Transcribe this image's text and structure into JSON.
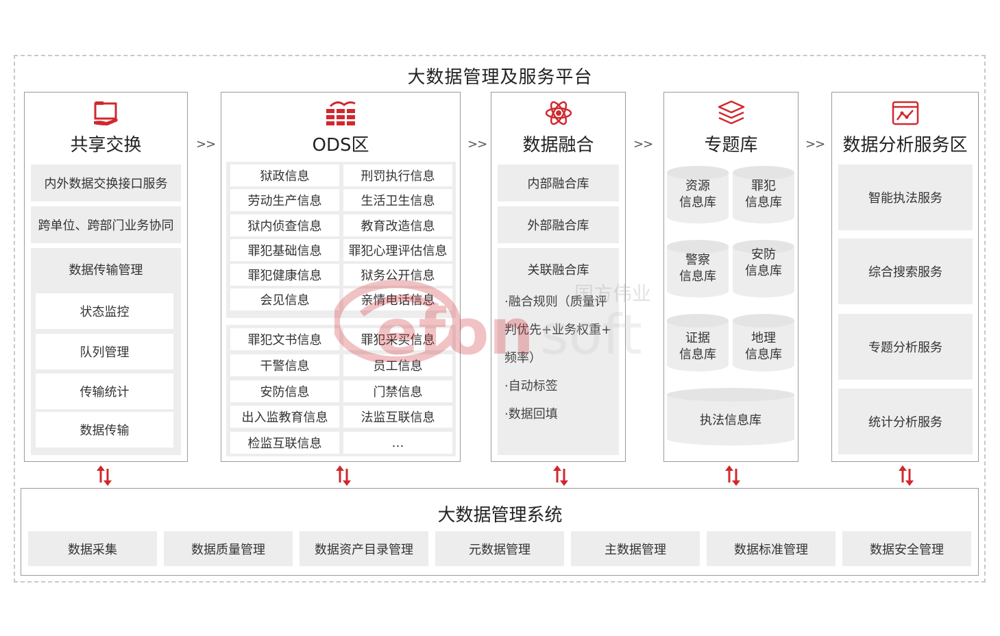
{
  "platform_title": "大数据管理及服务平台",
  "next_marker": ">>",
  "share": {
    "title": "共享交换",
    "icon": "folder-hand-icon",
    "items": [
      "内外数据交换接口服务",
      "跨单位、跨部门业务协同"
    ],
    "transfer": {
      "title": "数据传输管理",
      "items": [
        "状态监控",
        "队列管理",
        "传输统计",
        "数据传输"
      ]
    }
  },
  "ods": {
    "title": "ODS区",
    "icon": "grid-table-icon",
    "group1": [
      [
        "狱政信息",
        "刑罚执行信息"
      ],
      [
        "劳动生产信息",
        "生活卫生信息"
      ],
      [
        "狱内侦查信息",
        "教育改造信息"
      ],
      [
        "罪犯基础信息",
        "罪犯心理评估信息"
      ],
      [
        "罪犯健康信息",
        "狱务公开信息"
      ],
      [
        "会见信息",
        "亲情电话信息"
      ]
    ],
    "group2": [
      [
        "罪犯文书信息",
        "罪犯采买信息"
      ],
      [
        "干警信息",
        "员工信息"
      ],
      [
        "安防信息",
        "门禁信息"
      ],
      [
        "出入监教育信息",
        "法监互联信息"
      ],
      [
        "检监互联信息",
        "…"
      ]
    ]
  },
  "fusion": {
    "title": "数据融合",
    "icon": "atom-icon",
    "items": [
      "内部融合库",
      "外部融合库"
    ],
    "related": {
      "title": "关联融合库",
      "bullets": [
        "·融合规则（质量评",
        "判优先+业务权重+",
        "频率）",
        "·自动标签",
        "·数据回填"
      ]
    }
  },
  "topic": {
    "title": "专题库",
    "icon": "layers-icon",
    "libs": [
      [
        "资源",
        "信息库"
      ],
      [
        "罪犯",
        "信息库"
      ],
      [
        "警察",
        "信息库"
      ],
      [
        "安防",
        "信息库"
      ],
      [
        "证据",
        "信息库"
      ],
      [
        "地理",
        "信息库"
      ]
    ],
    "wide_lib": "执法信息库"
  },
  "analysis": {
    "title": "数据分析服务区",
    "icon": "chart-window-icon",
    "items": [
      "智能执法服务",
      "综合搜索服务",
      "专题分析服务",
      "统计分析服务"
    ]
  },
  "system": {
    "title": "大数据管理系统",
    "items": [
      "数据采集",
      "数据质量管理",
      "数据资产目录管理",
      "元数据管理",
      "主数据管理",
      "数据标准管理",
      "数据安全管理"
    ]
  },
  "watermark": {
    "brand": "efonsoft",
    "cn": "国方伟业"
  },
  "colors": {
    "accent": "#d0282e",
    "box_gray": "#ededed",
    "border": "#9a9a9a"
  }
}
